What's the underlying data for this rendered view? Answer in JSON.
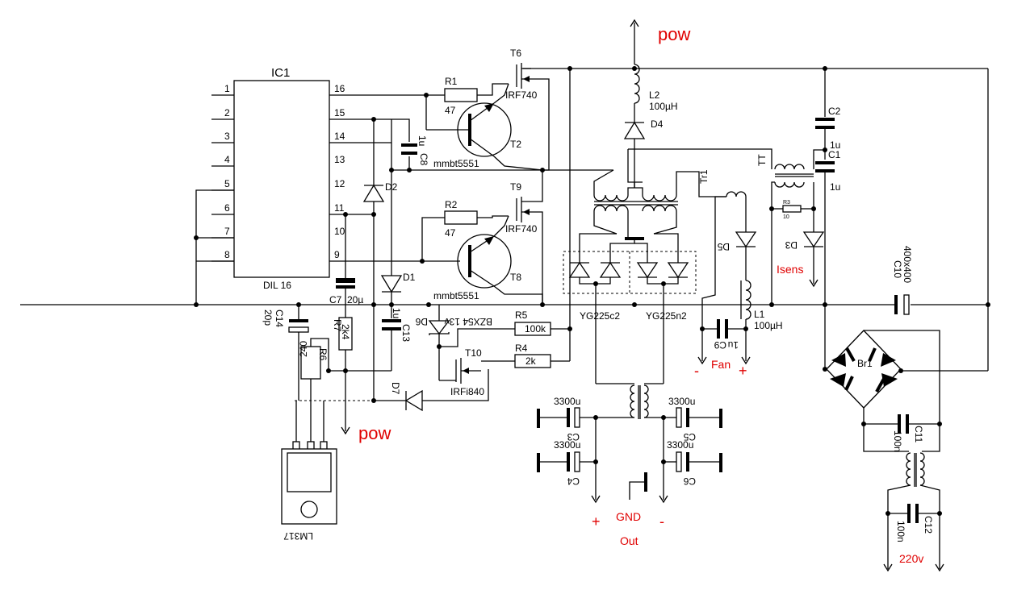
{
  "ic1": {
    "name": "IC1",
    "package": "DIL 16",
    "left_pins": [
      "1",
      "2",
      "3",
      "4",
      "5",
      "6",
      "7",
      "8"
    ],
    "right_pins": [
      "16",
      "15",
      "14",
      "13",
      "12",
      "11",
      "10",
      "9"
    ]
  },
  "components": {
    "r1": "R1",
    "r1_val": "47",
    "r2": "R2",
    "r2_val": "47",
    "r3": "R3",
    "r3_val": "10",
    "r4": "R4",
    "r4_val": "2k",
    "r5": "R5",
    "r5_val": "100k",
    "r6": "R6",
    "r6_val": "240",
    "r7": "R7",
    "r7_val": "2k4",
    "c1": "C1",
    "c1_val": "1u",
    "c2": "C2",
    "c2_val": "1u",
    "c3": "C3",
    "c3_val": "3300u",
    "c4": "C4",
    "c4_val": "3300u",
    "c5": "C5",
    "c5_val": "3300u",
    "c6": "C6",
    "c6_val": "3300u",
    "c7": "C7",
    "c7_val": "20µ",
    "c8": "C8",
    "c8_val": "1u",
    "c9": "C9",
    "c9_val": "1u",
    "c10": "C10",
    "c10_val": "400x400",
    "c11": "C11",
    "c11_val": "100n",
    "c12": "C12",
    "c12_val": "100n",
    "c13": "C13",
    "c13_val": "1u",
    "c14": "C14",
    "c14_val": "20p",
    "d1": "D1",
    "d2": "D2",
    "d3": "D3",
    "d4": "D4",
    "d5": "D5",
    "d6": "D6",
    "d6_val": "BZX54 13v",
    "d7": "D7",
    "t2": "T2",
    "t8": "T8",
    "t_type": "mmbt5551",
    "t6": "T6",
    "t9": "T9",
    "t10": "T10",
    "irf740": "IRF740",
    "irfi840": "IRFi840",
    "l1": "L1",
    "l1_val": "100µH",
    "l2": "L2",
    "l2_val": "100µH",
    "tr1": "Tr1",
    "tt": "TT",
    "br1": "Br1",
    "yg1": "YG225c2",
    "yg2": "YG225n2",
    "lm317": "LM317"
  },
  "annotations": {
    "pow_top": "pow",
    "pow_bottom": "pow",
    "isens": "Isens",
    "fan": "Fan",
    "minus": "-",
    "plus": "+",
    "gnd": "GND",
    "out": "Out",
    "mains": "220v"
  },
  "colors": {
    "wire": "#000000",
    "annotation": "#e00000",
    "background": "#ffffff"
  }
}
